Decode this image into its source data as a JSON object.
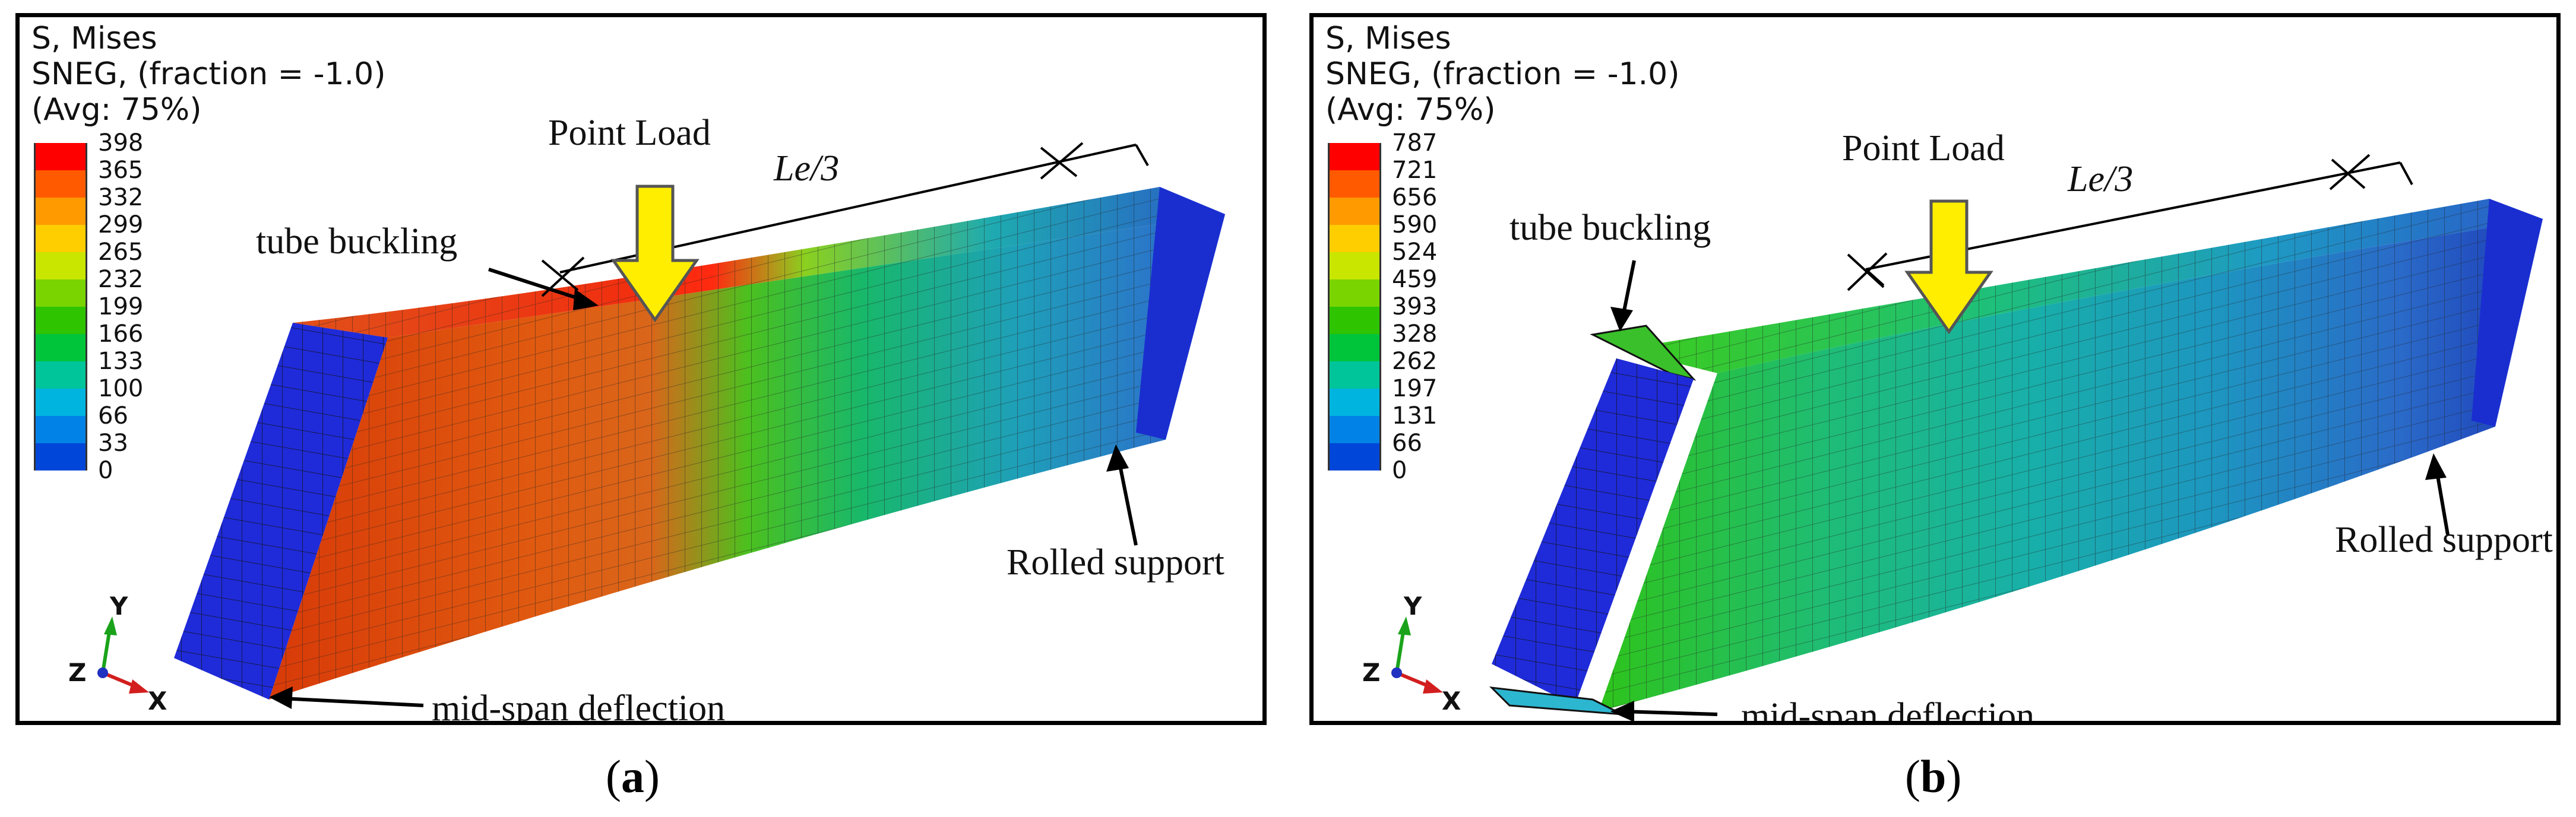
{
  "panels": [
    {
      "id": "a",
      "header": [
        "S, Mises",
        "SNEG, (fraction = -1.0)",
        "(Avg: 75%)"
      ],
      "legend_values": [
        "398",
        "365",
        "332",
        "299",
        "265",
        "232",
        "199",
        "166",
        "133",
        "100",
        "66",
        "33",
        "0"
      ],
      "annotations": {
        "point_load": "Point Load",
        "le3": "Le/3",
        "tube_buckling": "tube buckling",
        "rolled_support": "Rolled support",
        "midspan": "mid-span deflection"
      },
      "axes": {
        "y": "Y",
        "z": "Z",
        "x": "X"
      },
      "caption": {
        "open": "(",
        "letter": "a",
        "close": ")"
      }
    },
    {
      "id": "b",
      "header": [
        "S, Mises",
        "SNEG, (fraction = -1.0)",
        "(Avg: 75%)"
      ],
      "legend_values": [
        "787",
        "721",
        "656",
        "590",
        "524",
        "459",
        "393",
        "328",
        "262",
        "197",
        "131",
        "66",
        "0"
      ],
      "annotations": {
        "point_load": "Point Load",
        "le3": "Le/3",
        "tube_buckling": "tube buckling",
        "rolled_support": "Rolled support",
        "midspan": "mid-span deflection"
      },
      "axes": {
        "y": "Y",
        "z": "Z",
        "x": "X"
      },
      "caption": {
        "open": "(",
        "letter": "b",
        "close": ")"
      }
    }
  ],
  "legend_colors": [
    "#ff0000",
    "#ff5a00",
    "#ff9a00",
    "#ffce00",
    "#c8e600",
    "#7ad400",
    "#2ec400",
    "#00c43a",
    "#00c49a",
    "#00b4e0",
    "#0082e6",
    "#0046d8",
    "#0000d2"
  ]
}
